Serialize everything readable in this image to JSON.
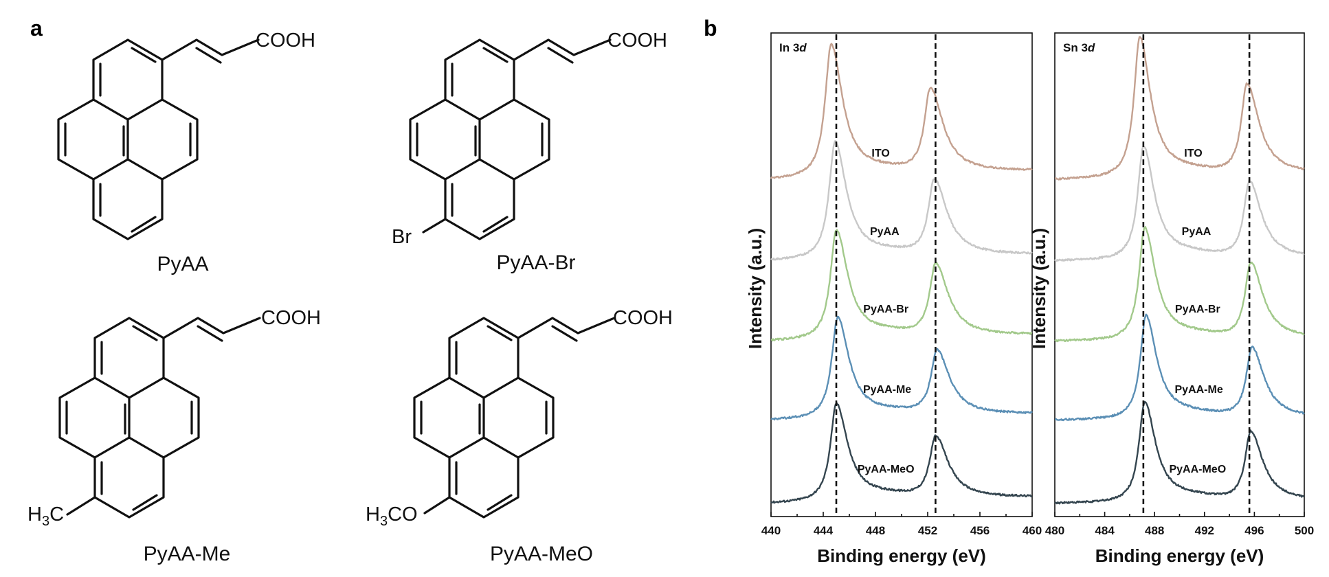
{
  "panel_a": {
    "letter": "a",
    "molecules": [
      {
        "name": "PyAA",
        "acid_label": "COOH",
        "substituent": ""
      },
      {
        "name": "PyAA-Br",
        "acid_label": "COOH",
        "substituent": "Br"
      },
      {
        "name": "PyAA-Me",
        "acid_label": "COOH",
        "substituent": "H3C",
        "substituent_main": "H",
        "substituent_sub": "3",
        "substituent_tail": "C"
      },
      {
        "name": "PyAA-MeO",
        "acid_label": "COOH",
        "substituent": "H3CO",
        "substituent_main": "H",
        "substituent_sub": "3",
        "substituent_tail": "CO"
      }
    ]
  },
  "panel_b": {
    "letter": "b",
    "ylabel": "Intensity (a.u.)",
    "xlabel": "Binding energy (eV)"
  },
  "colors": {
    "ITO": "#c4a190",
    "PyAA": "#c8c8c8",
    "PyAA-Br": "#a2c98b",
    "PyAA-Me": "#5b8fb5",
    "PyAA-MeO": "#34454f"
  },
  "chart_data": [
    {
      "type": "line",
      "title": "In 3d",
      "title_main": "In 3",
      "title_italic": "d",
      "xlabel": "Binding energy (eV)",
      "ylabel": "Intensity (a.u.)",
      "xlim": [
        440,
        460
      ],
      "xticks": [
        440,
        444,
        448,
        452,
        456,
        460
      ],
      "y_ticks_shown": false,
      "reference_lines_x": [
        445.0,
        452.6
      ],
      "series": [
        {
          "name": "ITO",
          "peaks": [
            {
              "x": 444.6,
              "y": 1.65
            },
            {
              "x": 452.2,
              "y": 1.12
            }
          ],
          "baseline_left": 0.0,
          "baseline_right": 0.1
        },
        {
          "name": "PyAA",
          "peaks": [
            {
              "x": 444.9,
              "y": 1.45
            },
            {
              "x": 452.5,
              "y": 1.0
            }
          ],
          "baseline_left": 0.0,
          "baseline_right": 0.07
        },
        {
          "name": "PyAA-Br",
          "peaks": [
            {
              "x": 445.0,
              "y": 1.35
            },
            {
              "x": 452.6,
              "y": 0.95
            }
          ],
          "baseline_left": 0.0,
          "baseline_right": 0.07
        },
        {
          "name": "PyAA-Me",
          "peaks": [
            {
              "x": 445.1,
              "y": 1.25
            },
            {
              "x": 452.7,
              "y": 0.86
            }
          ],
          "baseline_left": 0.0,
          "baseline_right": 0.07
        },
        {
          "name": "PyAA-MeO",
          "peaks": [
            {
              "x": 445.0,
              "y": 1.21
            },
            {
              "x": 452.6,
              "y": 0.82
            }
          ],
          "baseline_left": 0.0,
          "baseline_right": 0.07
        }
      ]
    },
    {
      "type": "line",
      "title": "Sn 3d",
      "title_main": "Sn 3",
      "title_italic": "d",
      "xlabel": "Binding energy (eV)",
      "ylabel": "Intensity (a.u.)",
      "xlim": [
        480,
        500
      ],
      "xticks": [
        480,
        484,
        488,
        492,
        496,
        500
      ],
      "y_ticks_shown": false,
      "reference_lines_x": [
        487.1,
        495.6
      ],
      "series": [
        {
          "name": "ITO",
          "peaks": [
            {
              "x": 486.8,
              "y": 1.73
            },
            {
              "x": 495.4,
              "y": 1.17
            }
          ],
          "baseline_left": 0.0,
          "baseline_right": 0.06
        },
        {
          "name": "PyAA",
          "peaks": [
            {
              "x": 487.1,
              "y": 1.39
            },
            {
              "x": 495.6,
              "y": 0.97
            }
          ],
          "baseline_left": 0.0,
          "baseline_right": 0.02
        },
        {
          "name": "PyAA-Br",
          "peaks": [
            {
              "x": 487.2,
              "y": 1.38
            },
            {
              "x": 495.7,
              "y": 0.96
            }
          ],
          "baseline_left": 0.0,
          "baseline_right": 0.02
        },
        {
          "name": "PyAA-Me",
          "peaks": [
            {
              "x": 487.3,
              "y": 1.27
            },
            {
              "x": 495.8,
              "y": 0.89
            }
          ],
          "baseline_left": 0.0,
          "baseline_right": 0.02
        },
        {
          "name": "PyAA-MeO",
          "peaks": [
            {
              "x": 487.2,
              "y": 1.23
            },
            {
              "x": 495.7,
              "y": 0.88
            }
          ],
          "baseline_left": 0.0,
          "baseline_right": 0.02
        }
      ]
    }
  ]
}
